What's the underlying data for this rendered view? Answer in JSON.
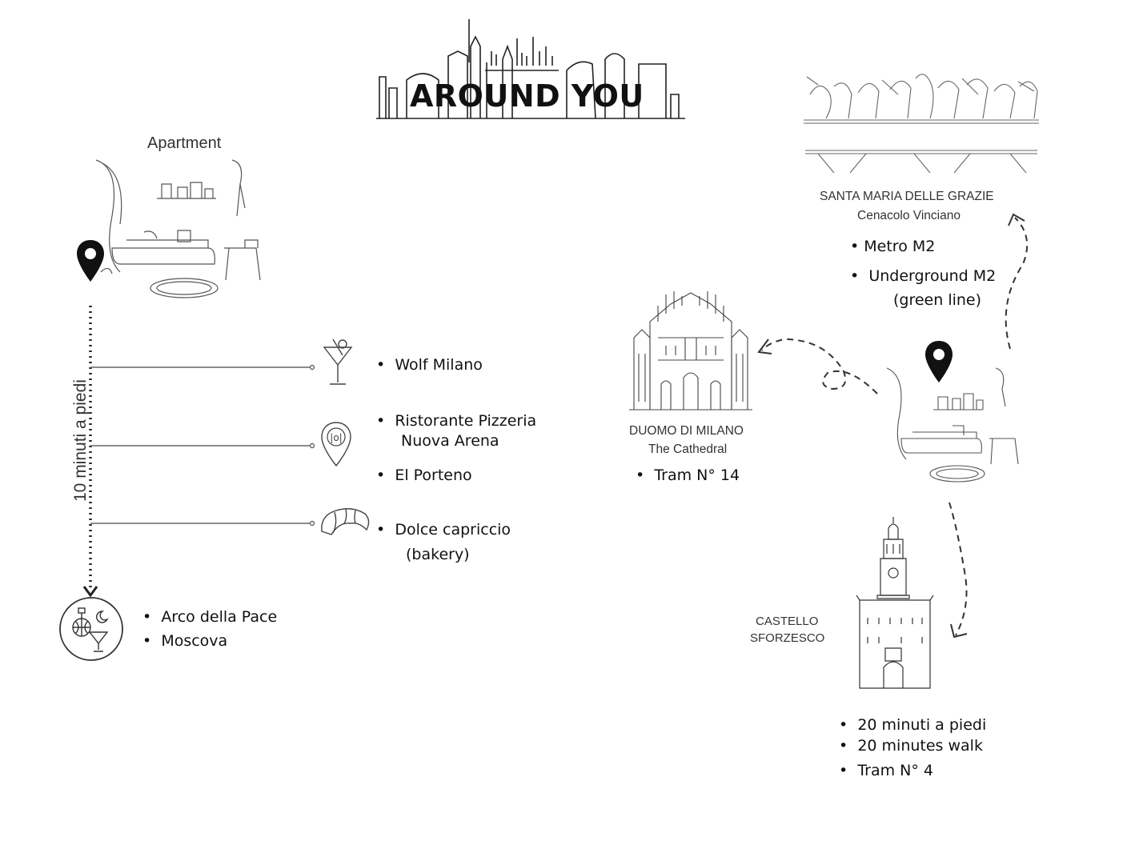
{
  "title": "AROUND YOU",
  "apartment_label": "Apartment",
  "walk_label": "10 minuti a piedi",
  "nearby": {
    "bar": [
      "Wolf Milano"
    ],
    "restaurants": [
      "Ristorante Pizzeria",
      "Nuova Arena",
      "El Porteno"
    ],
    "bakery": [
      "Dolce capriccio",
      "(bakery)"
    ],
    "nightlife": [
      "Arco della Pace",
      "Moscova"
    ]
  },
  "santa_maria": {
    "name": "SANTA MARIA DELLE GRAZIE",
    "subtitle": "Cenacolo Vinciano",
    "items": [
      "Metro M2",
      "Underground M2",
      "(green line)"
    ]
  },
  "duomo": {
    "name": "DUOMO DI MILANO",
    "subtitle": "The Cathedral",
    "items": [
      "Tram N° 14"
    ]
  },
  "castello": {
    "name_line1": "CASTELLO",
    "name_line2": "SFORZESCO",
    "items": [
      "20 minuti a piedi",
      "20 minutes walk",
      "Tram N° 4"
    ]
  },
  "icons": [
    "map-pin-icon",
    "cocktail-icon",
    "restaurant-pin-icon",
    "croissant-icon",
    "nightlife-icon"
  ],
  "colors": {
    "ink": "#111111",
    "line": "#555555"
  }
}
